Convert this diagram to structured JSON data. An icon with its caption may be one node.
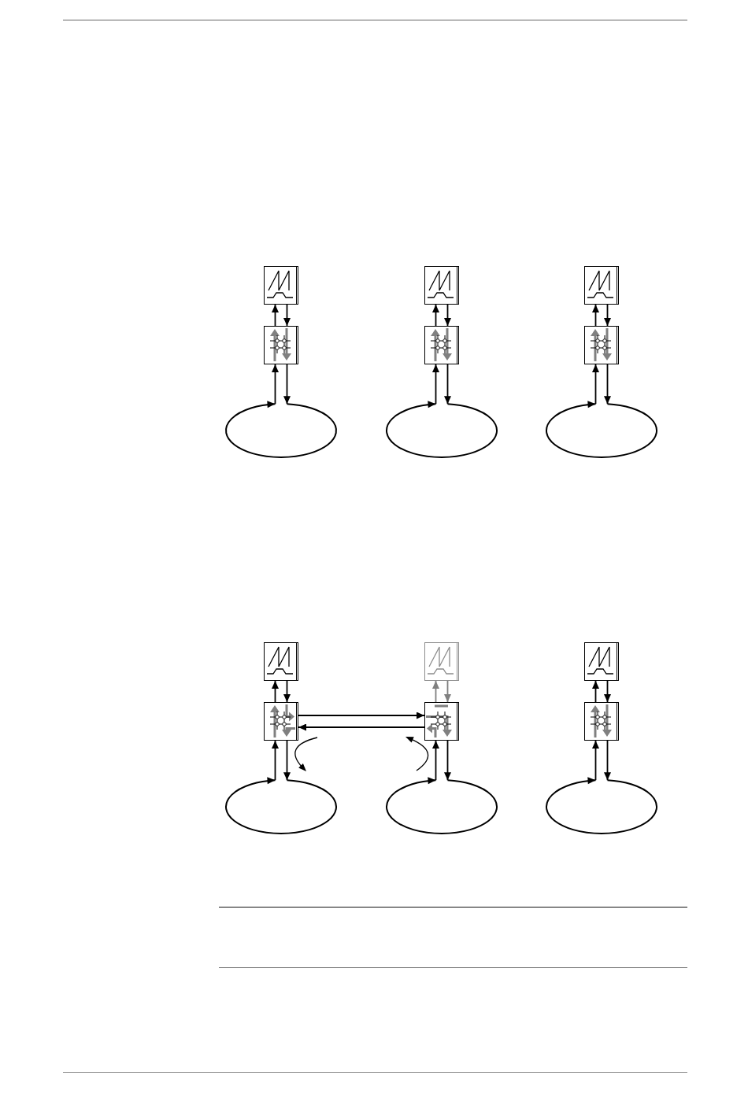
{
  "diagram": {
    "nodes": [
      {
        "text": [],
        "shape": "picture"
      },
      {
        "text": [],
        "shape": "picture"
      },
      {
        "text": [],
        "shape": "picture"
      },
      {
        "text": [],
        "shape": "picture"
      },
      {
        "text": [],
        "shape": "picture"
      },
      {
        "text": [],
        "shape": "picture"
      },
      {
        "text": [],
        "shape": "ellipse"
      },
      {
        "text": [],
        "shape": "ellipse"
      },
      {
        "text": [],
        "shape": "ellipse"
      },
      {
        "text": [],
        "shape": "picture"
      },
      {
        "text": [],
        "shape": "picture"
      },
      {
        "text": [],
        "shape": "picture"
      },
      {
        "text": [],
        "shape": "picture"
      },
      {
        "text": [],
        "shape": "picture"
      },
      {
        "text": [],
        "shape": "picture"
      },
      {
        "text": [],
        "shape": "ellipse"
      },
      {
        "text": [],
        "shape": "ellipse"
      },
      {
        "text": [],
        "shape": "ellipse"
      }
    ],
    "edges": [
      {
        "from": 3,
        "to": 0,
        "arrow": "to"
      },
      {
        "from": 0,
        "to": 3,
        "arrow": "to"
      },
      {
        "from": 6,
        "to": 3,
        "arrow": "to"
      },
      {
        "from": 3,
        "to": 6,
        "arrow": "to"
      },
      {
        "from": 4,
        "to": 1,
        "arrow": "to"
      },
      {
        "from": 1,
        "to": 4,
        "arrow": "to"
      },
      {
        "from": 7,
        "to": 4,
        "arrow": "to"
      },
      {
        "from": 4,
        "to": 7,
        "arrow": "to"
      },
      {
        "from": 5,
        "to": 2,
        "arrow": "to"
      },
      {
        "from": 2,
        "to": 5,
        "arrow": "to"
      },
      {
        "from": 8,
        "to": 5,
        "arrow": "to"
      },
      {
        "from": 5,
        "to": 8,
        "arrow": "to"
      },
      {
        "from": 12,
        "to": 9,
        "arrow": "to"
      },
      {
        "from": 9,
        "to": 12,
        "arrow": "to"
      },
      {
        "from": 15,
        "to": 12,
        "arrow": "to"
      },
      {
        "from": 12,
        "to": 15,
        "arrow": "to"
      },
      {
        "from": 12,
        "to": 13,
        "arrow": "to"
      },
      {
        "from": 13,
        "to": 12,
        "arrow": "to"
      },
      {
        "from": 13,
        "to": 10,
        "arrow": "to",
        "color": "#808080"
      },
      {
        "from": 10,
        "to": 13,
        "arrow": "to",
        "color": "#808080"
      },
      {
        "from": 16,
        "to": 13,
        "arrow": "to"
      },
      {
        "from": 13,
        "to": 16,
        "arrow": "to"
      },
      {
        "from": 14,
        "to": 11,
        "arrow": "to"
      },
      {
        "from": 11,
        "to": 14,
        "arrow": "to"
      },
      {
        "from": 17,
        "to": 14,
        "arrow": "to"
      },
      {
        "from": 14,
        "to": 17,
        "arrow": "to"
      }
    ]
  }
}
